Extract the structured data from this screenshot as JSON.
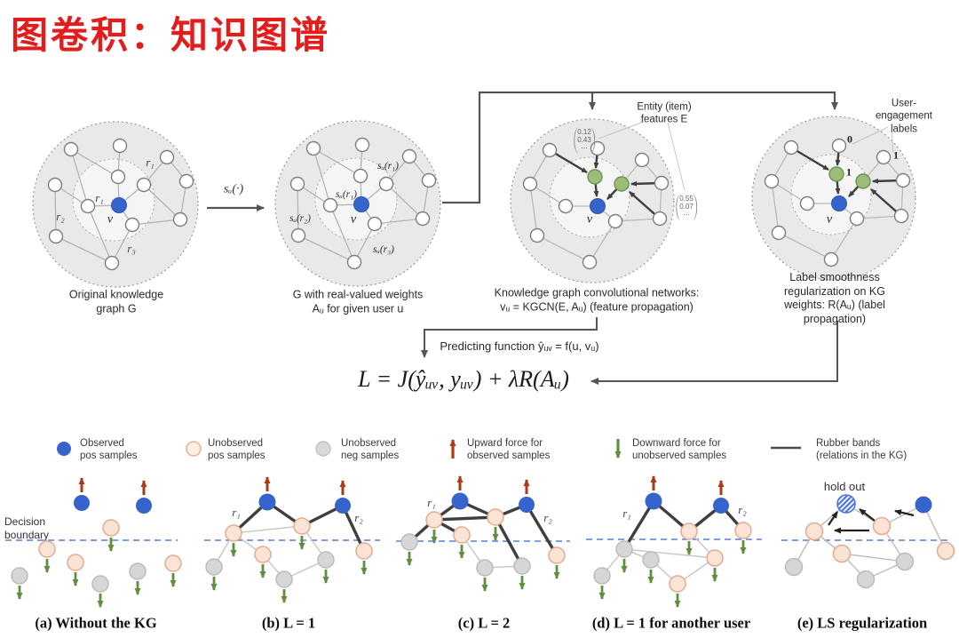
{
  "title": "图卷积：知识图谱",
  "colors": {
    "title_red": "#e31c1c",
    "observed_pos_blue": "#3764cc",
    "unobserved_pos_peach": "#fbe3d6",
    "unobserved_neg_gray": "#d6d6d6",
    "upward_force_red": "#a63c1a",
    "downward_force_green": "#5f8f3e",
    "entity_green": "#9cbd7a",
    "decision_boundary_blue": "#4f74d2",
    "rubber_band_dark": "#3f3f3f"
  },
  "pipeline": {
    "transform_label": "sᵤ(·)",
    "stages": {
      "s1": {
        "caption": "Original knowledge\ngraph G",
        "v": "v",
        "r1a": "r₁",
        "r1b": "r₁",
        "r2": "r₂",
        "r3": "r₃"
      },
      "s2": {
        "caption": "G with real-valued weights\nAᵤ for given user u",
        "v": "v",
        "sr1a": "sᵤ(r₁)",
        "sr1b": "sᵤ(r₁)",
        "sr2": "sᵤ(r₂)",
        "sr3": "sᵤ(r₃)"
      },
      "s3": {
        "caption": "Knowledge graph convolutional networks:\nvᵤ = KGCN(E, Aᵤ) (feature propagation)",
        "v": "v",
        "annotation": "Entity (item)\nfeatures E",
        "vector1": "0.12\n0.43\n⋯",
        "vector2": "0.55\n0.07\n⋯"
      },
      "s4": {
        "caption": "Label smoothness regularization on KG\nweights: R(Aᵤ) (label propagation)",
        "v": "v",
        "annotation": "User-\nengagement\nlabels",
        "label0": "0",
        "label1a": "1",
        "label1b": "1"
      }
    },
    "predicting_label": "Predicting function ŷᵤᵥ = f(u, vᵤ)",
    "loss_formula": "L = J(ŷᵤᵥ, yᵤᵥ) + λR(Aᵤ)"
  },
  "legend": {
    "items": [
      {
        "label": "Observed\npos samples"
      },
      {
        "label": "Unobserved\npos samples"
      },
      {
        "label": "Unobserved\nneg samples"
      },
      {
        "label": "Upward force for\nobserved samples"
      },
      {
        "label": "Downward force for\nunobserved samples"
      },
      {
        "label": "Rubber bands\n(relations in the KG)"
      }
    ]
  },
  "panels": {
    "boundary_label": "Decision\nboundary",
    "holdout_label": "hold out",
    "captions": {
      "a": "(a) Without the KG",
      "b": "(b) L = 1",
      "c": "(c) L = 2",
      "d": "(d) L = 1 for another user",
      "e": "(e) LS regularization"
    },
    "b_r1": "r₁",
    "b_r2": "r₂",
    "c_r1": "r₁",
    "c_r2": "r₂",
    "d_r1": "r₁",
    "d_r2": "r₂"
  }
}
